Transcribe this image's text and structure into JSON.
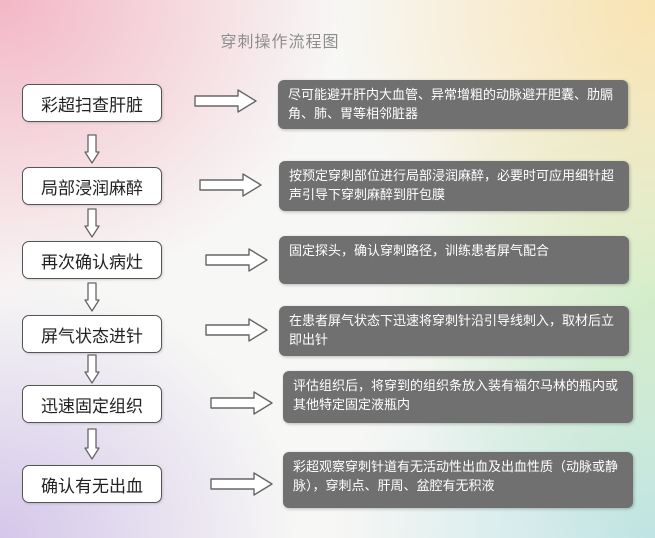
{
  "title": "穿刺操作流程图",
  "steps": [
    {
      "label": "彩超扫查肝脏",
      "desc": "尽可能避开肝内大血管、异常增粗的动脉避开胆囊、肋膈角、肺、胃等相邻脏器"
    },
    {
      "label": "局部浸润麻醉",
      "desc": "按预定穿刺部位进行局部浸润麻醉，必要时可应用细针超声引导下穿刺麻醉到肝包膜"
    },
    {
      "label": "再次确认病灶",
      "desc": "固定探头，确认穿刺路径，训练患者屏气配合"
    },
    {
      "label": "屏气状态进针",
      "desc": "在患者屏气状态下迅速将穿刺针沿引导线刺入，取材后立即出针"
    },
    {
      "label": "迅速固定组织",
      "desc": "评估组织后，将穿到的组织条放入装有福尔马林的瓶内或其他特定固定液瓶内"
    },
    {
      "label": "确认有无出血",
      "desc": "彩超观察穿刺针道有无活动性出血及出血性质（动脉或静脉），穿刺点、肝周、盆腔有无积液"
    }
  ],
  "colors": {
    "box_border": "#555555",
    "desc_bg": "#707070",
    "arrow_stroke": "#666666",
    "title": "#8e8e8e"
  }
}
